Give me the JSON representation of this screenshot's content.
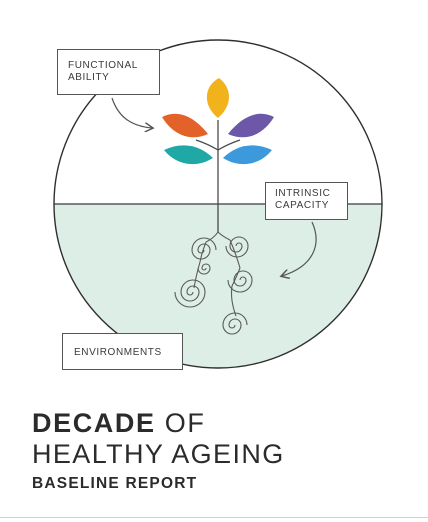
{
  "labels": {
    "functional_line1": "FUNCTIONAL",
    "functional_line2": "ABILITY",
    "intrinsic_line1": "INTRINSIC",
    "intrinsic_line2": "CAPACITY",
    "environments": "ENVIRONMENTS"
  },
  "title": {
    "strong": "DECADE",
    "rest": " OF",
    "line2": "HEALTHY AGEING",
    "subtitle": "BASELINE REPORT"
  },
  "colors": {
    "leaf_yellow": "#F2B21B",
    "leaf_orange": "#E2622A",
    "leaf_purple": "#6C57A8",
    "leaf_teal": "#1FA8A5",
    "leaf_blue": "#3C9ADC",
    "water": "#DCEEE6",
    "outline": "#3a3a3a"
  }
}
